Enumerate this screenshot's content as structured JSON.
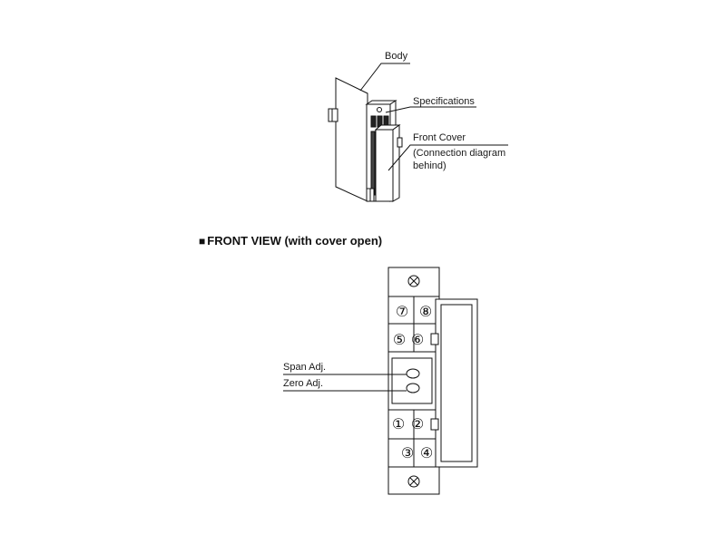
{
  "top_diagram": {
    "body_label": "Body",
    "specifications_label": "Specifications",
    "front_cover_label": "Front Cover",
    "front_cover_note_line1": "(Connection diagram",
    "front_cover_note_line2": "behind)"
  },
  "front_view": {
    "heading_marker": "■",
    "heading": "FRONT VIEW (with cover open)",
    "span_adj_label": "Span Adj.",
    "zero_adj_label": "Zero Adj.",
    "terminals": [
      "⑦",
      "⑧",
      "⑤",
      "⑥",
      "①",
      "②",
      "③",
      "④"
    ]
  }
}
